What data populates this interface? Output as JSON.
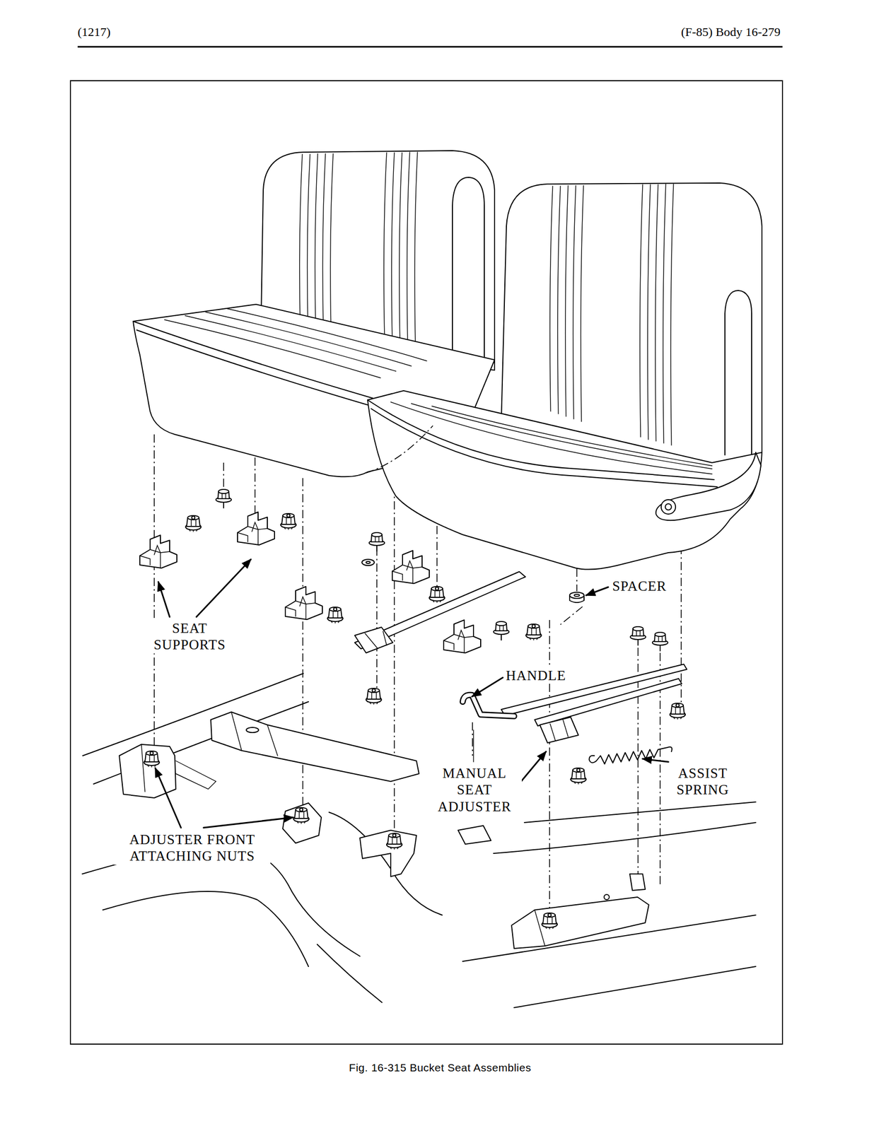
{
  "diagram": {
    "caption": "Fig. 16-315 Bucket Seat Assemblies",
    "labels": [
      "(1217)",
      "(F-85) Body 16-279",
      "SEAT SUPPORTS",
      "SPACER",
      "HANDLE",
      "MANUAL SEAT ADJUSTER",
      "ASSIST SPRING",
      "ADJUSTER FRONT ATTACHING NUTS"
    ]
  }
}
